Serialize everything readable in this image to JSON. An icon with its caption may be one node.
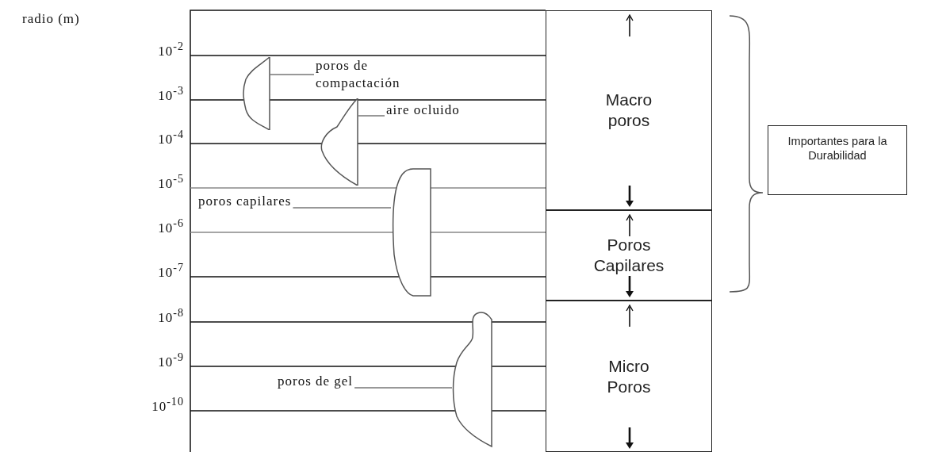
{
  "diagram": {
    "nodes": [
      {
        "text": [
          "Macro poros"
        ]
      },
      {
        "text": [
          "Poros Capilares"
        ]
      },
      {
        "text": [
          "Micro Poros"
        ]
      },
      {
        "text": [
          "Importantes para la Durabilidad"
        ]
      },
      {
        "text": [
          "poros de compactación"
        ]
      },
      {
        "text": [],
        "shape": "bar"
      },
      {
        "text": [
          "aire ocluido"
        ]
      },
      {
        "text": [],
        "shape": "bar"
      },
      {
        "text": [
          "poros capilares"
        ]
      },
      {
        "text": [],
        "shape": "bar"
      },
      {
        "text": [
          "poros de gel"
        ]
      },
      {
        "text": [],
        "shape": "bar"
      }
    ],
    "edges": [
      {
        "from": 4,
        "to": 5,
        "arrow": "none"
      },
      {
        "from": 6,
        "to": 7,
        "arrow": "none"
      },
      {
        "from": 8,
        "to": 9,
        "arrow": "none"
      },
      {
        "from": 10,
        "to": 11,
        "arrow": "none"
      }
    ],
    "labels": [
      "radio (m)",
      "10$^{-2}$",
      "10$^{-3}$",
      "10$^{-4}$",
      "10$^{-5}$",
      "10$^{-6}$",
      "10$^{-7}$",
      "10$^{-8}$",
      "10$^{-9}$",
      "10$^{-10}$"
    ]
  }
}
